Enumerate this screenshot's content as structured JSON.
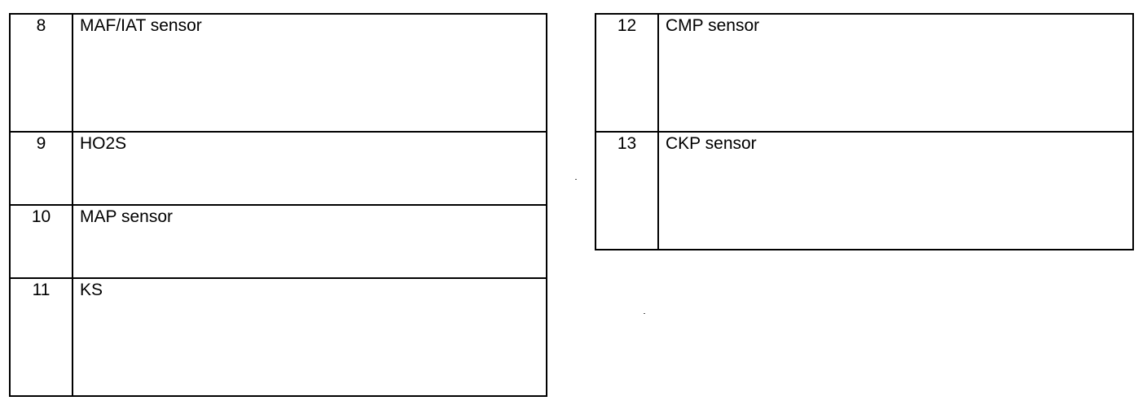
{
  "left_table": {
    "rows": [
      {
        "num": "8",
        "label": "MAF/IAT sensor"
      },
      {
        "num": "9",
        "label": "HO2S"
      },
      {
        "num": "10",
        "label": "MAP sensor"
      },
      {
        "num": "11",
        "label": "KS"
      }
    ]
  },
  "right_table": {
    "rows": [
      {
        "num": "12",
        "label": "CMP sensor"
      },
      {
        "num": "13",
        "label": "CKP sensor"
      }
    ]
  }
}
